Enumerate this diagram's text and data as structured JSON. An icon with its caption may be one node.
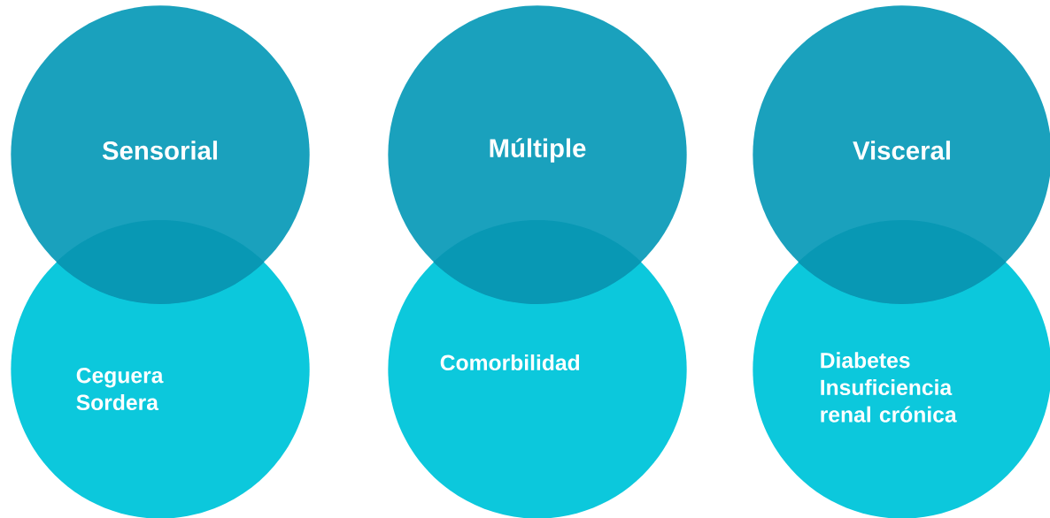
{
  "diagram": {
    "nodes": [
      {
        "text": [
          "Sensorial"
        ]
      },
      {
        "text": [
          "Múltiple"
        ]
      },
      {
        "text": [
          "Visceral"
        ]
      },
      {
        "text": [
          "Ceguera",
          "Sordera"
        ]
      },
      {
        "text": [
          "Comorbilidad"
        ]
      },
      {
        "text": [
          "Diabetes",
          "Insuficiencia renal crónica"
        ]
      }
    ]
  }
}
